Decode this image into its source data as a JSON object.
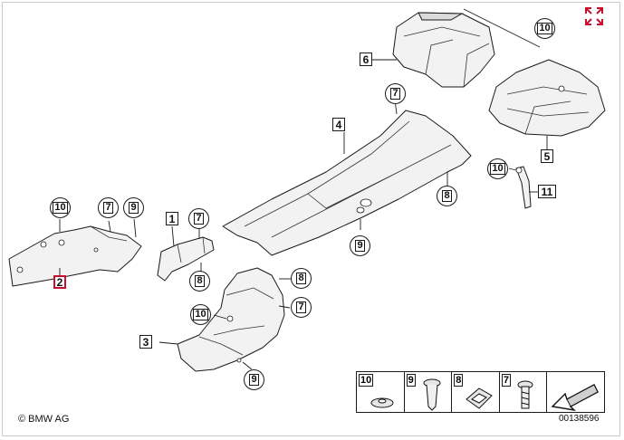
{
  "labels": {
    "p1": "1",
    "p2": "2",
    "p3": "3",
    "p4": "4",
    "p5": "5",
    "p6": "6",
    "p7": "7",
    "p8": "8",
    "p9": "9",
    "p10": "10",
    "p11": "11"
  },
  "legend": [
    {
      "num": "10",
      "icon": "clip-nut-icon"
    },
    {
      "num": "9",
      "icon": "push-rivet-icon"
    },
    {
      "num": "8",
      "icon": "spring-nut-icon"
    },
    {
      "num": "7",
      "icon": "screw-icon"
    },
    {
      "icon": "arrow-wedge-icon"
    }
  ],
  "footer": {
    "copyright": "© BMW AG",
    "image_number": "00138596"
  },
  "colors": {
    "accent": "#c8102e",
    "line": "#1a1a1a"
  }
}
